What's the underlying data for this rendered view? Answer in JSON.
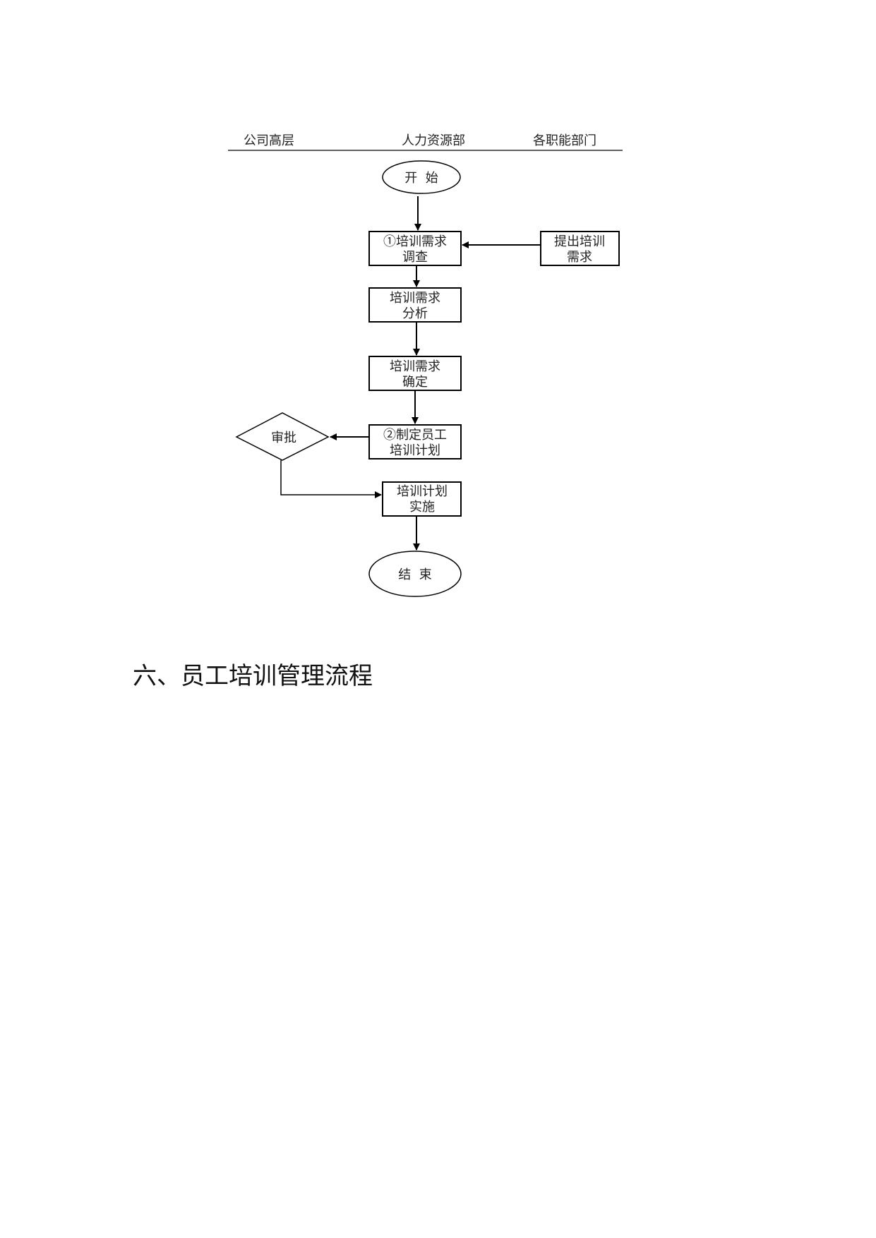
{
  "lanes": {
    "management": "公司高层",
    "hr": "人力资源部",
    "departments": "各职能部门"
  },
  "nodes": {
    "start": [
      "开  始"
    ],
    "survey": [
      "①培训需求",
      "调查"
    ],
    "propose": [
      "提出培训",
      "需求"
    ],
    "analysis": [
      "培训需求",
      "分析"
    ],
    "confirm": [
      "培训需求",
      "确定"
    ],
    "plan": [
      "②制定员工",
      "培训计划"
    ],
    "approve": [
      "审批"
    ],
    "implement": [
      "培训计划",
      "实施"
    ],
    "end": [
      "结  束"
    ]
  },
  "section_heading": "六、员工培训管理流程"
}
